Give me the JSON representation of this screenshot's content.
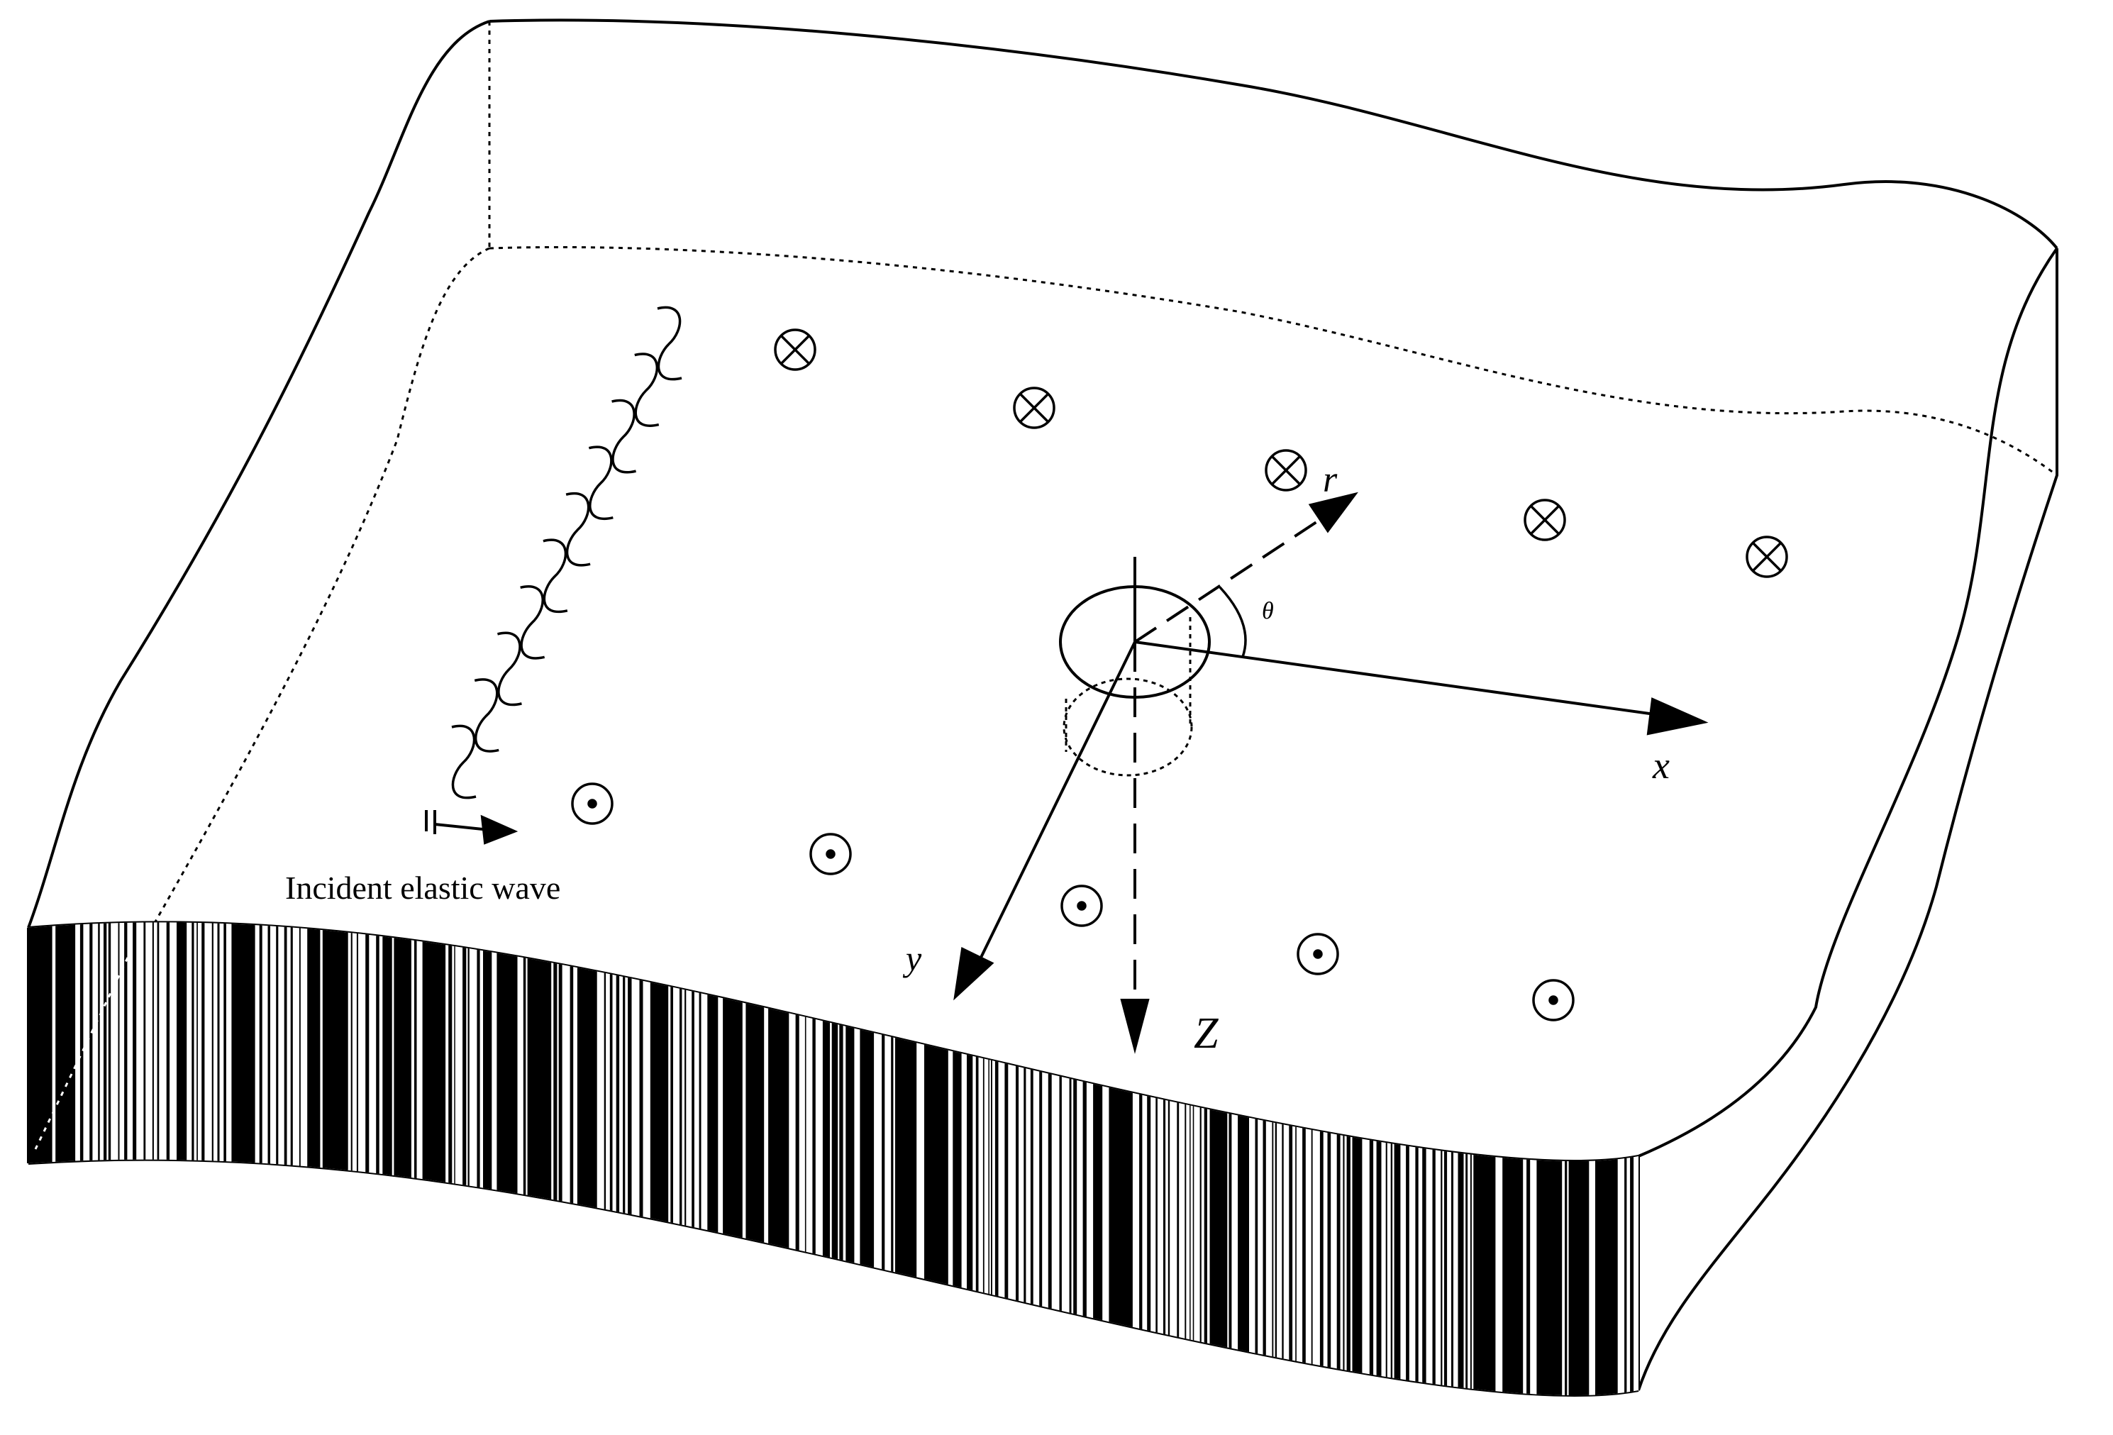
{
  "labels": {
    "incident_wave": "Incident elastic wave",
    "axis_x": "x",
    "axis_y": "y",
    "axis_z": "Z",
    "axis_r": "r",
    "angle_theta": "θ"
  },
  "symbols": {
    "into_page": "cross-circle-icon",
    "out_of_page": "dot-circle-icon"
  },
  "colors": {
    "line": "#000000",
    "background": "#ffffff"
  }
}
